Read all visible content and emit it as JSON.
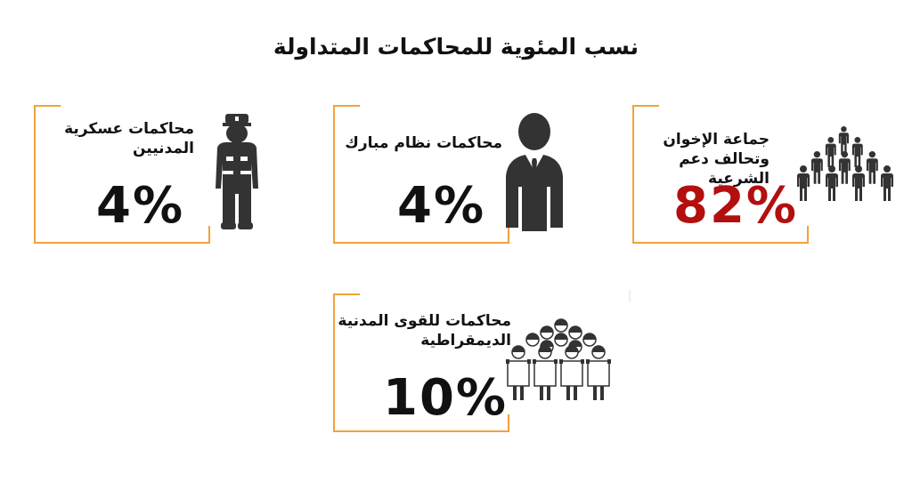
{
  "title": "نسب المئوية للمحاكمات المتداولة",
  "colors": {
    "accent": "#f2a23a",
    "highlight": "#b30f0f",
    "icon": "#333333"
  },
  "chart_data": {
    "type": "table",
    "title": "نسب المئوية للمحاكمات المتداولة",
    "items": [
      {
        "label_lines": [
          "جماعة الإخوان",
          "وتحالف دعم الشرعية"
        ],
        "value": 82,
        "display": "82%",
        "icon": "crowd-icon",
        "highlight": true
      },
      {
        "label_lines": [
          "محاكمات نظام مبارك"
        ],
        "value": 4,
        "display": "4%",
        "icon": "businessman-icon",
        "highlight": false
      },
      {
        "label_lines": [
          "محاكمات عسكرية",
          "المدنيين"
        ],
        "value": 4,
        "display": "4%",
        "icon": "soldier-icon",
        "highlight": false
      },
      {
        "label_lines": [
          "محاكمات للقوى المدنية",
          "الديمقراطية"
        ],
        "value": 10,
        "display": "10%",
        "icon": "protesters-icon",
        "highlight": false
      }
    ]
  }
}
